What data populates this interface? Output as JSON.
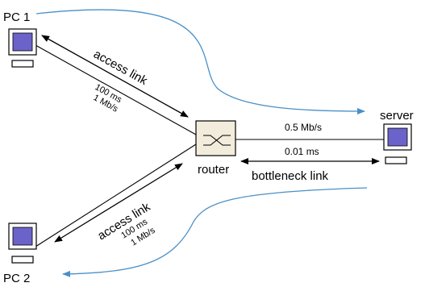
{
  "nodes": {
    "pc1": {
      "label": "PC 1",
      "icon": "computer-icon"
    },
    "pc2": {
      "label": "PC 2",
      "icon": "computer-icon"
    },
    "server": {
      "label": "server",
      "icon": "computer-icon"
    },
    "router": {
      "label": "router",
      "icon": "router-switch-icon"
    }
  },
  "links": {
    "access_top": {
      "name": "access link",
      "delay": "100 ms",
      "rate": "1 Mb/s"
    },
    "access_bottom": {
      "name": "access link",
      "delay": "100 ms",
      "rate": "1 Mb/s"
    },
    "bottleneck": {
      "name": "bottleneck link",
      "rate": "0.5 Mb/s",
      "delay": "0.01 ms"
    }
  },
  "colors": {
    "flow_curve": "#4a90c8",
    "screen": "#6b63c9",
    "router_fill": "#f2ecdc",
    "line": "#000000"
  }
}
